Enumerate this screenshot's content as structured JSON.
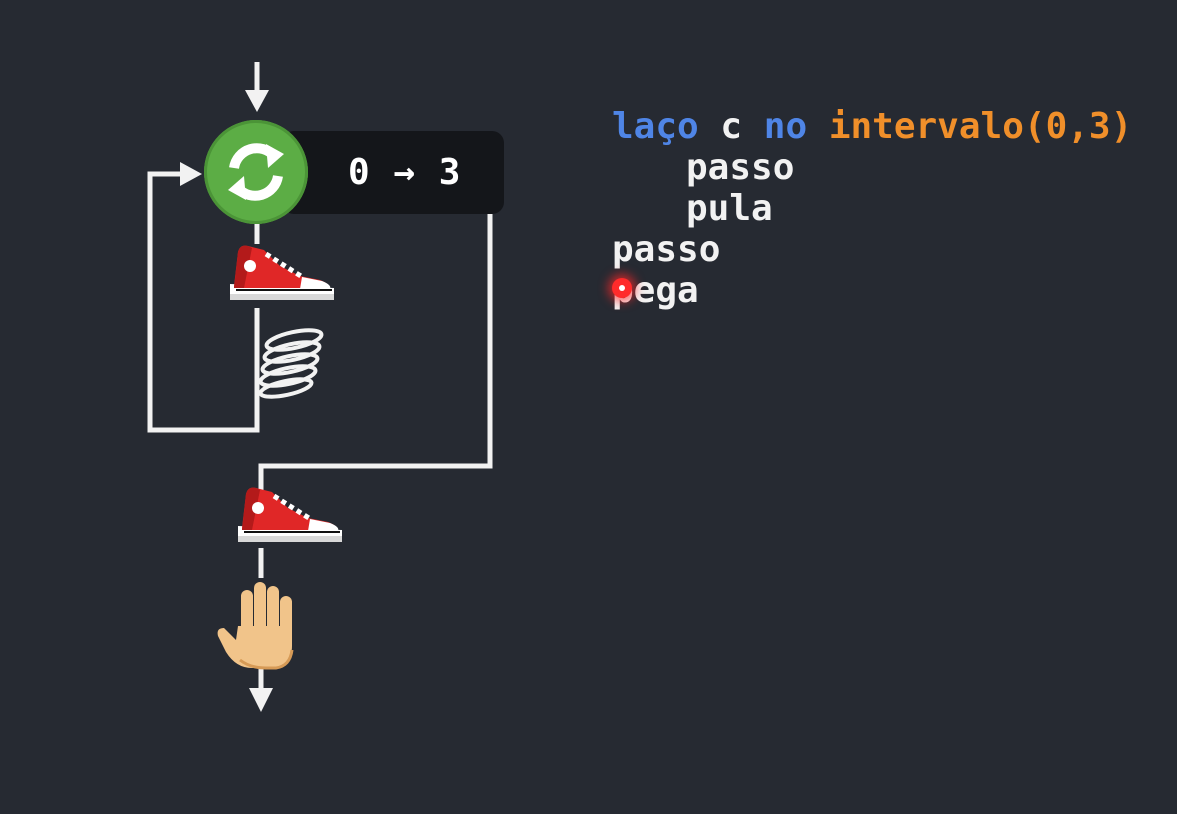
{
  "range_box": {
    "label": "0 → 3"
  },
  "code": {
    "line1": {
      "keyword_laco": "laço",
      "var": "c",
      "keyword_no": "no",
      "fn": "intervalo",
      "args": "(0,3)"
    },
    "line2": "passo",
    "line3": "pula",
    "line4": "passo",
    "line5": "pega"
  },
  "icons": {
    "loop": "refresh-icon",
    "step": "sneaker-icon",
    "jump": "spring-icon",
    "grab": "hand-icon"
  },
  "colors": {
    "background": "#262a32",
    "keyword": "#4f85e6",
    "function": "#f08f2a",
    "loop_green": "#5cad45",
    "sneaker_red": "#e02727"
  }
}
